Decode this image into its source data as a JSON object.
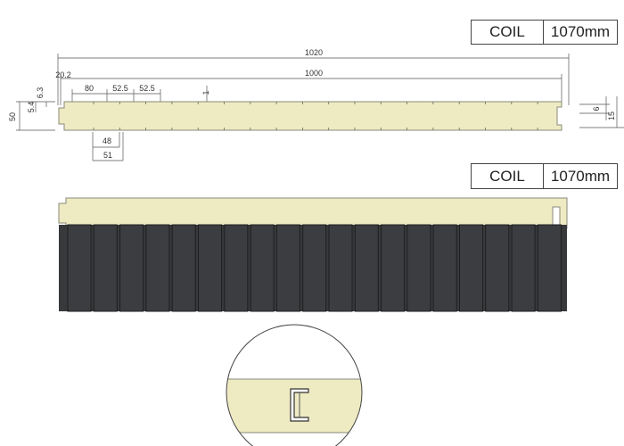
{
  "spec_tables": [
    {
      "label": "COIL",
      "value": "1070mm"
    },
    {
      "label": "COIL",
      "value": "1070mm"
    }
  ],
  "dimensions": {
    "overall_width": "1020",
    "effective_width": "1000",
    "edge_offset": "20.2",
    "rib_spacing_1": "80",
    "rib_spacing_2": "52.5",
    "rib_spacing_3": "52.5",
    "rib_depth": "1",
    "joint_height_1": "6.3",
    "joint_height_2": "5.4",
    "panel_thickness": "50",
    "tongue_width": "48",
    "groove_width": "51",
    "right_depth_1": "6",
    "right_depth_2": "15"
  },
  "colors": {
    "core": "#eeeac2",
    "core_stroke": "#8a8a7a",
    "cladding": "#38393b",
    "line": "#555555"
  }
}
